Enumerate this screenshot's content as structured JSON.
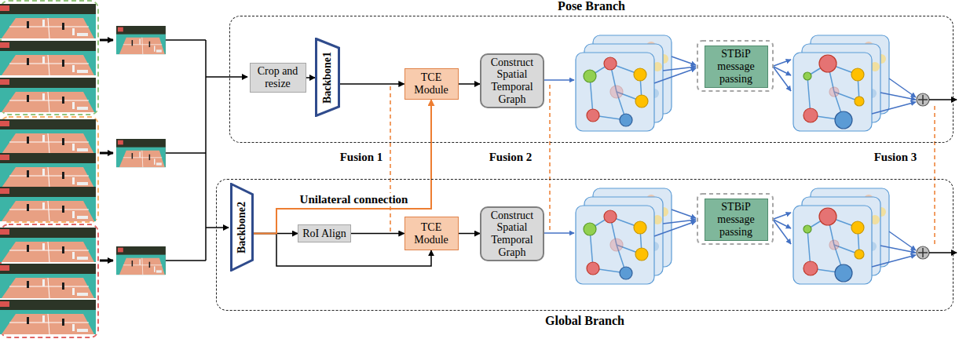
{
  "diagram": {
    "nodes": [
      {
        "text": [
          "Pose Branch"
        ]
      },
      {
        "text": [
          "Crop and resize"
        ],
        "in": 0
      },
      {
        "text": [
          "Backbone1"
        ],
        "in": 0
      },
      {
        "text": [
          "TCE Module"
        ],
        "in": 0
      },
      {
        "text": [
          "Construct Spatial Temporal Graph"
        ],
        "in": 0
      },
      {
        "text": [
          "STBiP message passing"
        ],
        "in": 0
      },
      {
        "text": [
          "Global Branch"
        ]
      },
      {
        "text": [
          "Backbone2"
        ],
        "in": 6
      },
      {
        "text": [
          "RoI Align"
        ],
        "in": 6
      },
      {
        "text": [
          "TCE Module"
        ],
        "in": 6
      },
      {
        "text": [
          "Construct Spatial Temporal Graph"
        ],
        "in": 6
      },
      {
        "text": [
          "STBiP message passing"
        ],
        "in": 6
      }
    ],
    "edges": [
      {
        "from": 1,
        "to": 2,
        "arrow": "to"
      },
      {
        "from": 2,
        "to": 3,
        "arrow": "to"
      },
      {
        "from": 3,
        "to": 4,
        "arrow": "to"
      },
      {
        "from": 7,
        "to": 8,
        "arrow": "to"
      },
      {
        "from": 8,
        "to": 9,
        "arrow": "to"
      },
      {
        "from": 7,
        "to": 9,
        "arrow": "to"
      },
      {
        "from": 7,
        "to": 3,
        "label": "Unilateral connection",
        "arrow": "to"
      },
      {
        "from": 9,
        "to": 10,
        "arrow": "to"
      }
    ],
    "labels": [
      "Fusion 1",
      "Fusion 2",
      "Fusion 3"
    ]
  }
}
